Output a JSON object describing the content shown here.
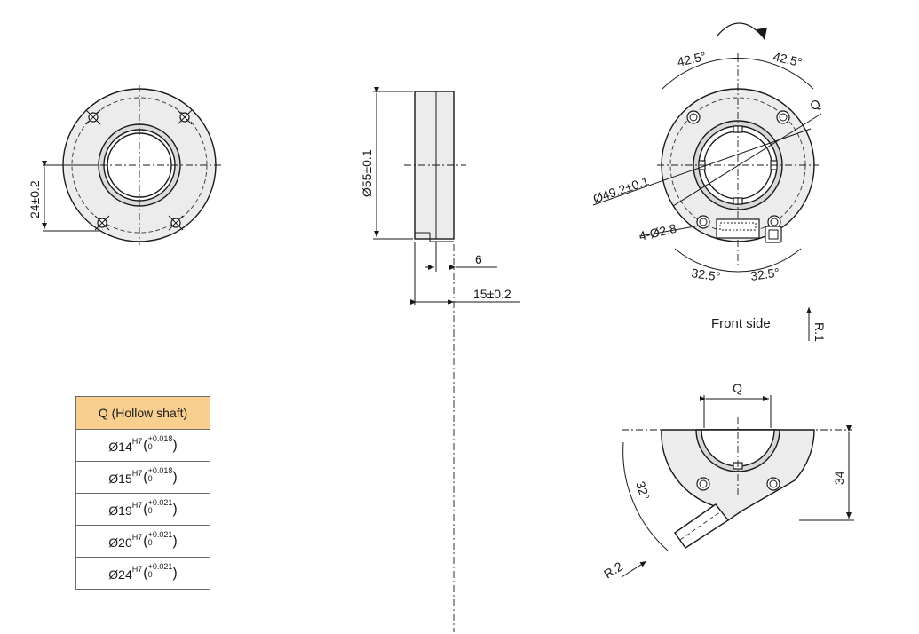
{
  "labels": {
    "dim_24": "24±0.2",
    "dim_55": "Ø55±0.1",
    "dim_6": "6",
    "dim_15": "15±0.2",
    "angle_top_left": "42.5°",
    "angle_top_right": "42.5°",
    "angle_bottom_left": "32.5°",
    "angle_bottom_right": "32.5°",
    "q_top": "Q",
    "dim_49": "Ø49.2±0.1",
    "dim_holes": "4-Ø2.8",
    "front_side": "Front side",
    "r1": "R.1",
    "q_bottom": "Q",
    "dim_34": "34",
    "angle_32": "32°",
    "r2": "R.2"
  },
  "table": {
    "header": "Q (Hollow shaft)",
    "rows": [
      {
        "base": "Ø14",
        "fit": "H7",
        "upper": "+0.018",
        "lower": "0"
      },
      {
        "base": "Ø15",
        "fit": "H7",
        "upper": "+0.018",
        "lower": "0"
      },
      {
        "base": "Ø19",
        "fit": "H7",
        "upper": "+0.021",
        "lower": "0"
      },
      {
        "base": "Ø20",
        "fit": "H7",
        "upper": "+0.021",
        "lower": "0"
      },
      {
        "base": "Ø24",
        "fit": "H7",
        "upper": "+0.021",
        "lower": "0"
      }
    ]
  },
  "colors": {
    "header_fill": "#f8cf8f",
    "part_fill": "#ececec"
  }
}
